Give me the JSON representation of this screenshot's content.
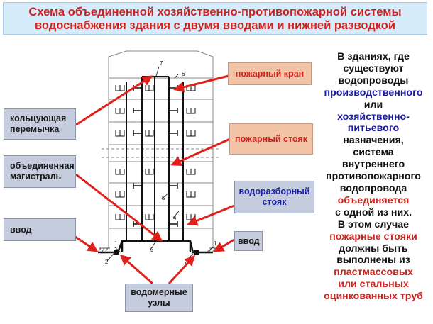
{
  "title": "Схема объединенной хозяйственно-противопожарной системы водоснабжения здания с двумя вводами и нижней разводкой",
  "labels": {
    "fire_hydrant": "пожарный кран",
    "ring_jumper": "кольцующая перемычка",
    "fire_riser": "пожарный стояк",
    "combined_main": "объединенная магистраль",
    "water_riser": "водоразборный стояк",
    "inlet_left": "ввод",
    "inlet_right": "ввод",
    "meter_nodes": "водомерные узлы"
  },
  "numbers": [
    "1",
    "2",
    "3",
    "4",
    "5",
    "6",
    "7",
    "1",
    "2"
  ],
  "notes": [
    {
      "text": "В зданиях, где",
      "color": "black"
    },
    {
      "text": "существуют",
      "color": "black"
    },
    {
      "text": "водопроводы",
      "color": "black"
    },
    {
      "text": "производственного",
      "color": "blue"
    },
    {
      "text": "или",
      "color": "black"
    },
    {
      "text": "хозяйственно-",
      "color": "blue"
    },
    {
      "text": "питьевого",
      "color": "blue"
    },
    {
      "text": "назначения,",
      "color": "black"
    },
    {
      "text": "система",
      "color": "black"
    },
    {
      "text": "внутреннего",
      "color": "black"
    },
    {
      "text": "противопожарного",
      "color": "black"
    },
    {
      "text": "водопровода",
      "color": "black"
    },
    {
      "text": "объединяется",
      "color": "red"
    },
    {
      "text": "с одной из них.",
      "color": "black"
    },
    {
      "text": "В этом случае",
      "color": "black"
    },
    {
      "text": "пожарные стояки",
      "color": "red"
    },
    {
      "text": "должны быть",
      "color": "black"
    },
    {
      "text": "выполнены из",
      "color": "black"
    },
    {
      "text": "пластмассовых",
      "color": "red"
    },
    {
      "text": "или стальных",
      "color": "red"
    },
    {
      "text": "оцинкованных труб",
      "color": "red"
    }
  ],
  "colors": {
    "title_bg": "#d7ecfa",
    "title_text": "#d0221d",
    "label_box": "#c4ccdd",
    "red_box": "#f2c3a7",
    "arrow": "#e0201a",
    "blue_text": "#1a1aa0",
    "red_text": "#d0221d"
  }
}
